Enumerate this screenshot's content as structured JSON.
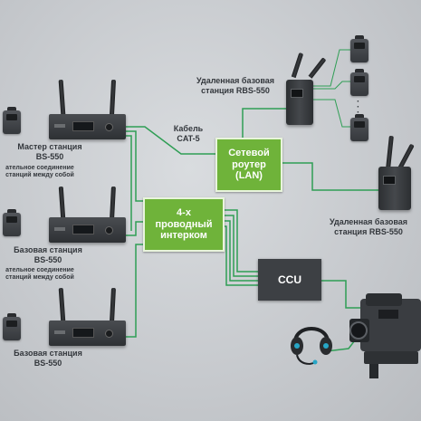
{
  "colors": {
    "wire": "#2f9e55",
    "box_green": "#6fb33a",
    "ccu_bg": "#3d4044",
    "text": "#33373c"
  },
  "labels": {
    "master_station": [
      "Мастер станция",
      "BS-550"
    ],
    "base_station_2": [
      "Базовая станция",
      "BS-550"
    ],
    "base_station_3": [
      "Базовая станция",
      "BS-550"
    ],
    "link_note_1": [
      "ательное соединение",
      "станций между собой"
    ],
    "link_note_2": [
      "ательное соединение",
      "станций между собой"
    ],
    "cable": [
      "Кабель",
      "CAT-5"
    ],
    "remote_top": [
      "Удаленная базовая",
      "станция RBS-550"
    ],
    "remote_right": [
      "Удаленная базовая",
      "станция RBS-550"
    ]
  },
  "boxes": {
    "router": [
      "Сетевой",
      "роутер",
      "(LAN)"
    ],
    "intercom": [
      "4-х",
      "проводный",
      "интерком"
    ],
    "ccu": "CCU"
  },
  "icons": {
    "base_station": "base-station-icon",
    "beltpack": "beltpack-icon",
    "remote_station": "remote-station-icon",
    "camera": "broadcast-camera-icon",
    "headset": "headset-icon"
  }
}
